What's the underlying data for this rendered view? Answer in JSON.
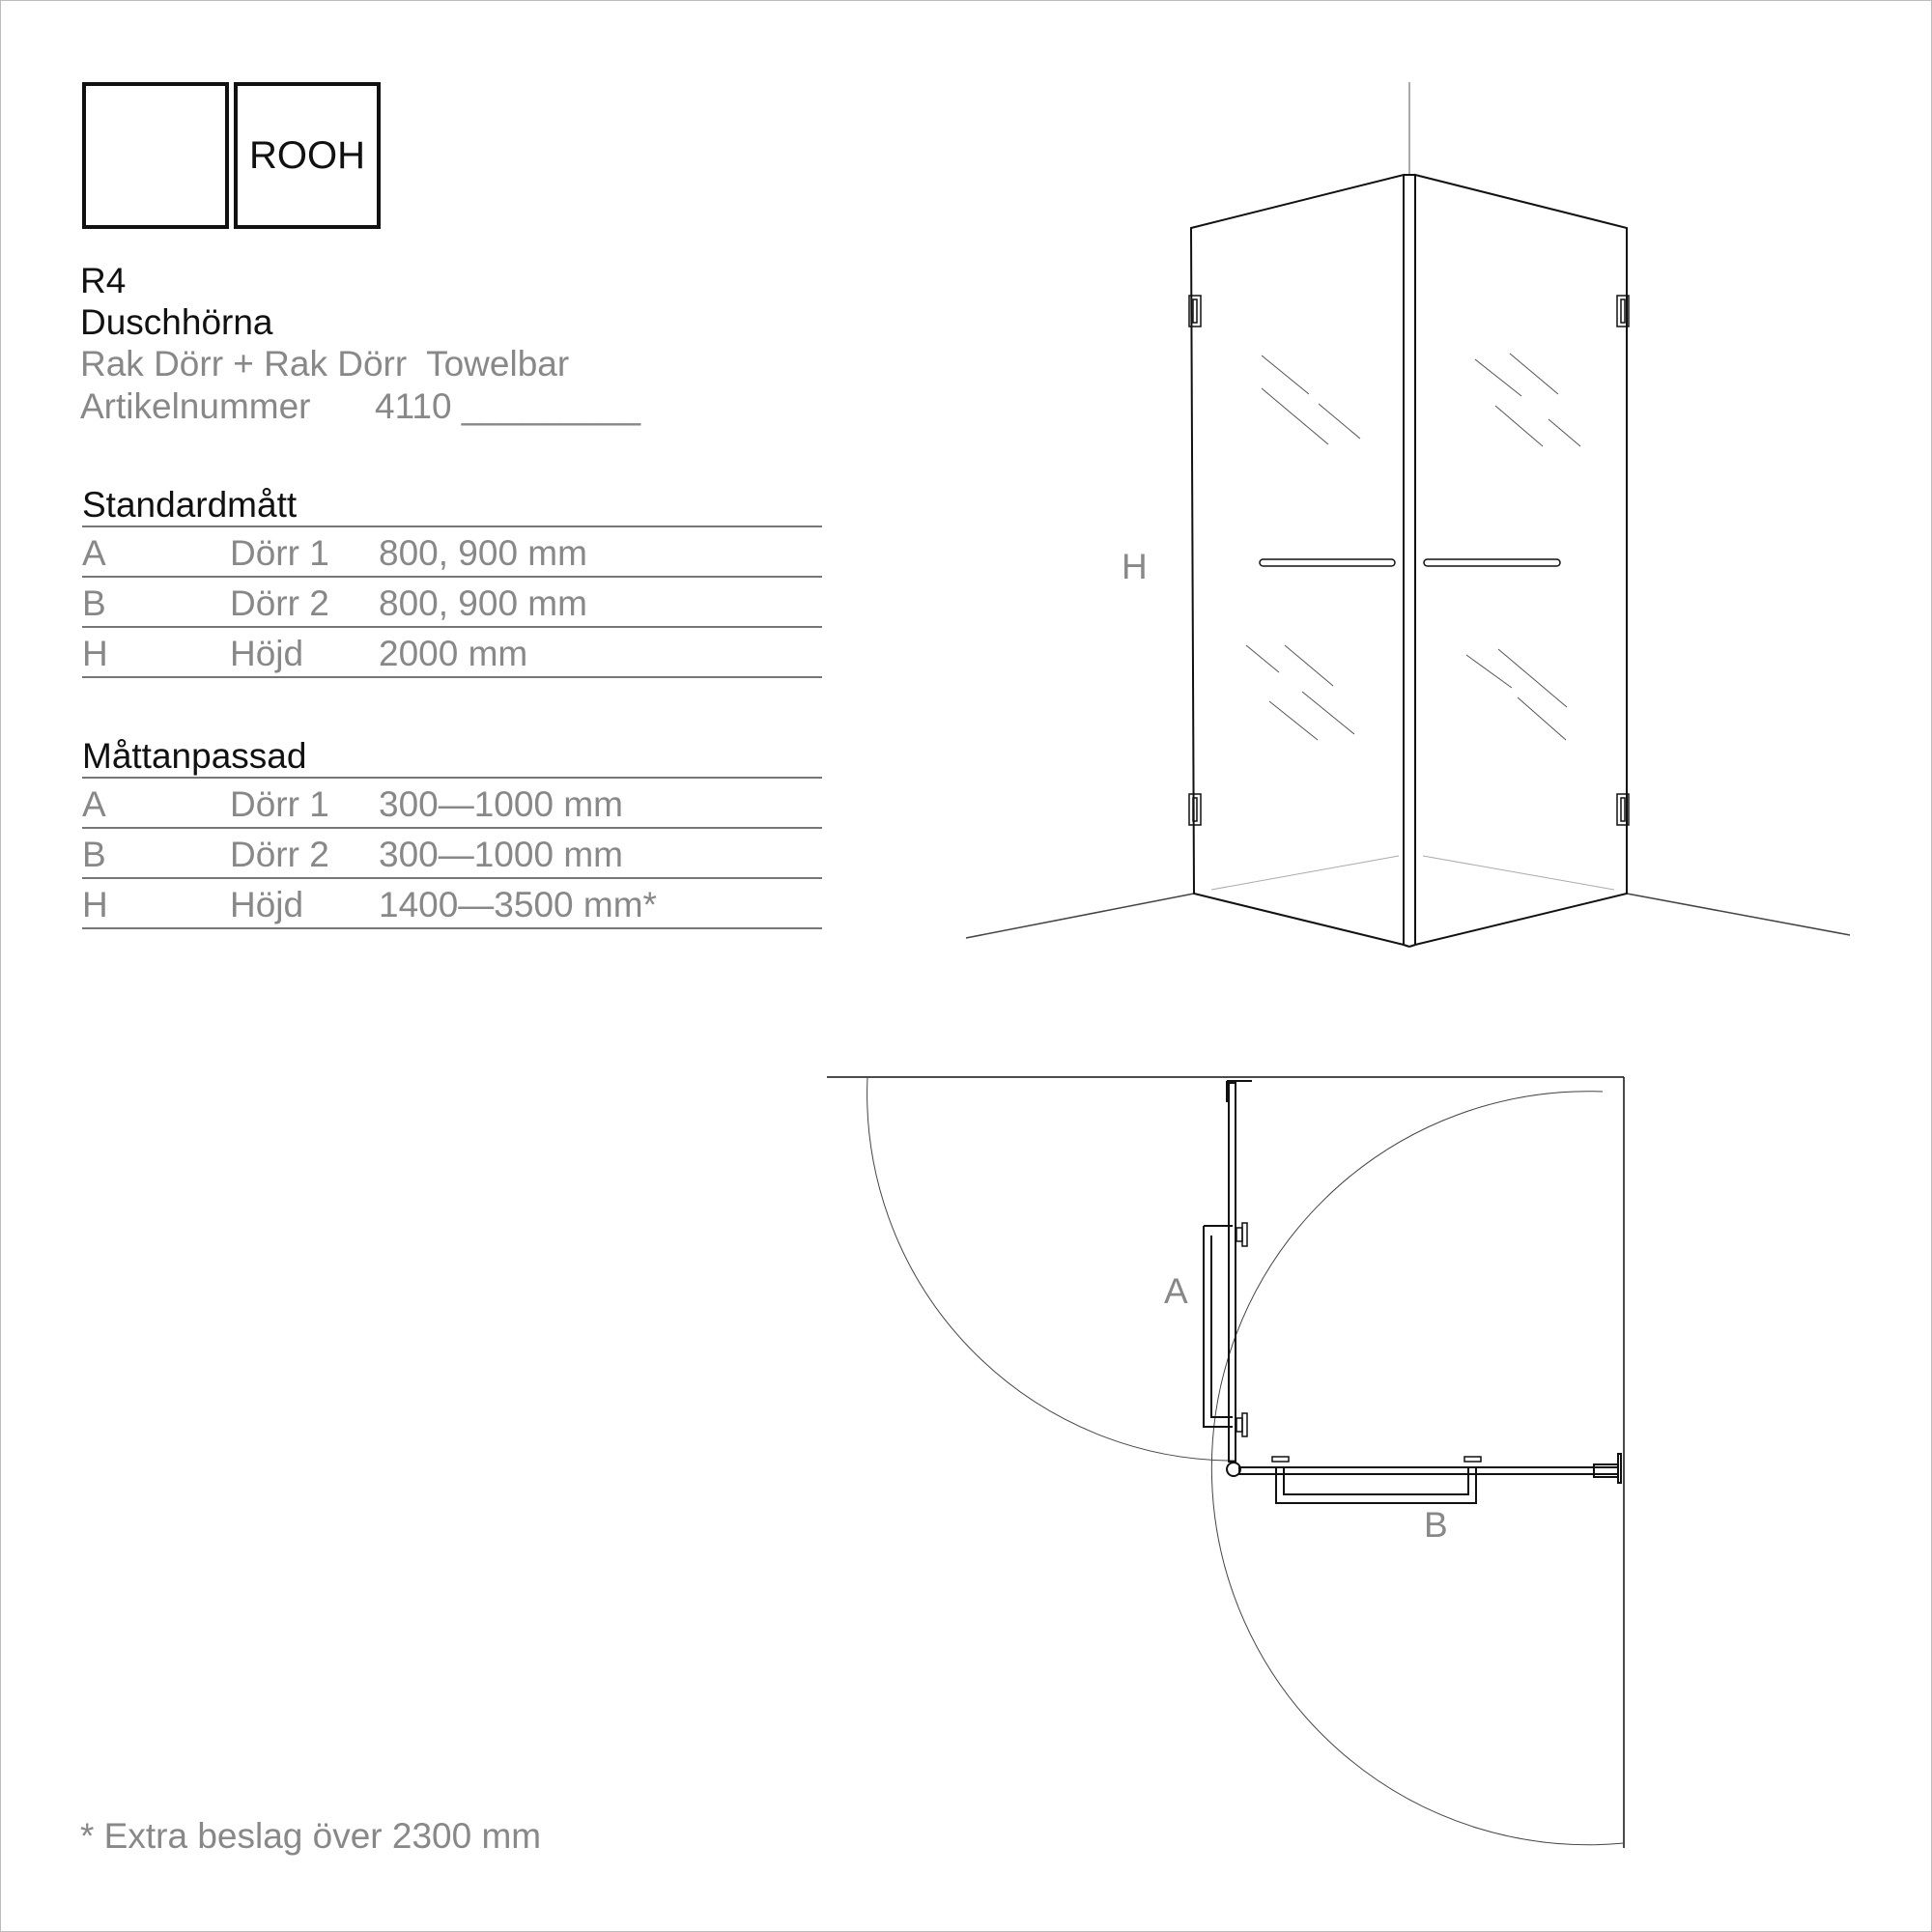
{
  "brand": {
    "logo_text": "ROOH"
  },
  "product": {
    "model": "R4",
    "type": "Duschhörna",
    "config": "Rak Dörr + Rak Dörr  Towelbar",
    "article_label": "Artikelnummer",
    "article_number": "4110 _________"
  },
  "standard": {
    "title": "Standardmått",
    "rows": [
      {
        "key": "A",
        "name": "Dörr 1",
        "value": "800, 900 mm"
      },
      {
        "key": "B",
        "name": "Dörr 2",
        "value": "800, 900 mm"
      },
      {
        "key": "H",
        "name": "Höjd",
        "value": "2000 mm"
      }
    ]
  },
  "custom": {
    "title": "Måttanpassad",
    "rows": [
      {
        "key": "A",
        "name": "Dörr 1",
        "value": "300—1000 mm"
      },
      {
        "key": "B",
        "name": "Dörr 2",
        "value": "300—1000 mm"
      },
      {
        "key": "H",
        "name": "Höjd",
        "value": "1400—3500 mm*"
      }
    ]
  },
  "footnote": "* Extra beslag över 2300 mm",
  "diagram": {
    "height_label": "H",
    "door_a_label": "A",
    "door_b_label": "B"
  }
}
